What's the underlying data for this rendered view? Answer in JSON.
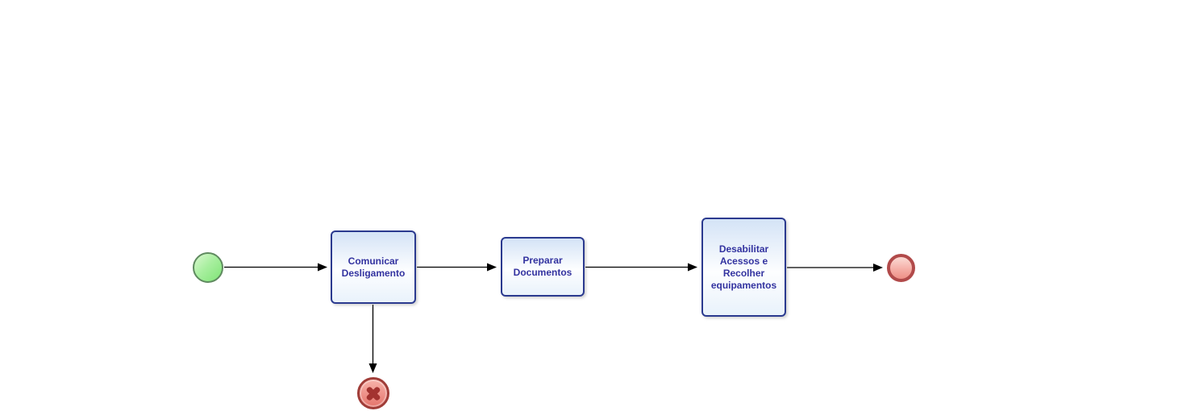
{
  "diagram": {
    "kind": "bpmn-process-flow",
    "background_color": "#ffffff",
    "tasks": [
      {
        "id": "comunicar",
        "label": "Comunicar Desligamento"
      },
      {
        "id": "preparar",
        "label": "Preparar Documentos"
      },
      {
        "id": "desabilitar",
        "label": "Desabilitar Acessos e Recolher equipamentos"
      }
    ],
    "events": [
      {
        "id": "start",
        "type": "start-event",
        "shape": "circle",
        "fill": "#7fe476",
        "border": "#5f8a5f"
      },
      {
        "id": "end",
        "type": "end-event",
        "shape": "circle",
        "fill": "#ee8f86",
        "border": "#b14a4a"
      },
      {
        "id": "cancel",
        "type": "cancel-end-event",
        "shape": "circle-with-x",
        "fill": "#e4736a",
        "border": "#a03d38",
        "icon": "x-cross-icon"
      }
    ],
    "flows": [
      {
        "from": "start-event",
        "to": "task-comunicar"
      },
      {
        "from": "task-comunicar",
        "to": "task-preparar"
      },
      {
        "from": "task-preparar",
        "to": "task-desabilitar"
      },
      {
        "from": "task-desabilitar",
        "to": "end-event"
      },
      {
        "from": "task-comunicar",
        "to": "cancel-end-event"
      }
    ],
    "colors": {
      "task_border": "#2b3a8f",
      "task_fill_top": "#d4e3f6",
      "task_fill_bottom": "#e9f2fb",
      "task_text": "#3333a0",
      "flow_line": "#000000"
    }
  }
}
